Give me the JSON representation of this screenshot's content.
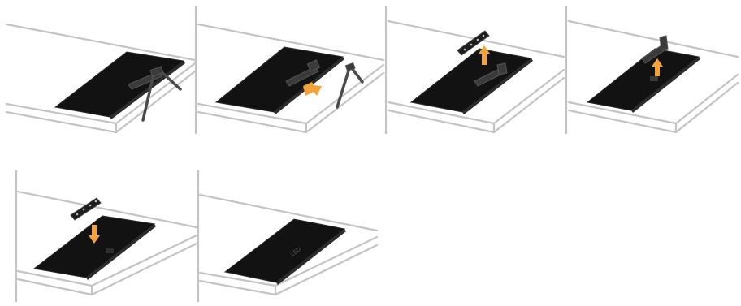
{
  "figure": {
    "kind": "assembly-steps",
    "steps": [
      {
        "id": "step-1",
        "contents": [
          "table",
          "monitor-face-down",
          "stand-folded"
        ]
      },
      {
        "id": "step-2",
        "contents": [
          "table",
          "monitor-face-down",
          "stand-removed",
          "arrow"
        ]
      },
      {
        "id": "step-3",
        "contents": [
          "table",
          "monitor-face-down",
          "hinge-arm",
          "cover-strip",
          "arrow-up"
        ]
      },
      {
        "id": "step-4",
        "contents": [
          "table",
          "monitor-face-down",
          "hinge-arm-raised",
          "arrow-up"
        ]
      },
      {
        "id": "step-5",
        "contents": [
          "table",
          "monitor-face-down",
          "cover-strip",
          "arrow-down"
        ]
      },
      {
        "id": "step-6",
        "contents": [
          "table",
          "monitor-face-down"
        ]
      }
    ],
    "colors": {
      "table_outline": "#c4c4c4",
      "monitor": "#121212",
      "stand": "#3a3a3a",
      "arrow": "#f3a33a",
      "background": "#ffffff"
    },
    "monitor_logo_text": "LED"
  }
}
